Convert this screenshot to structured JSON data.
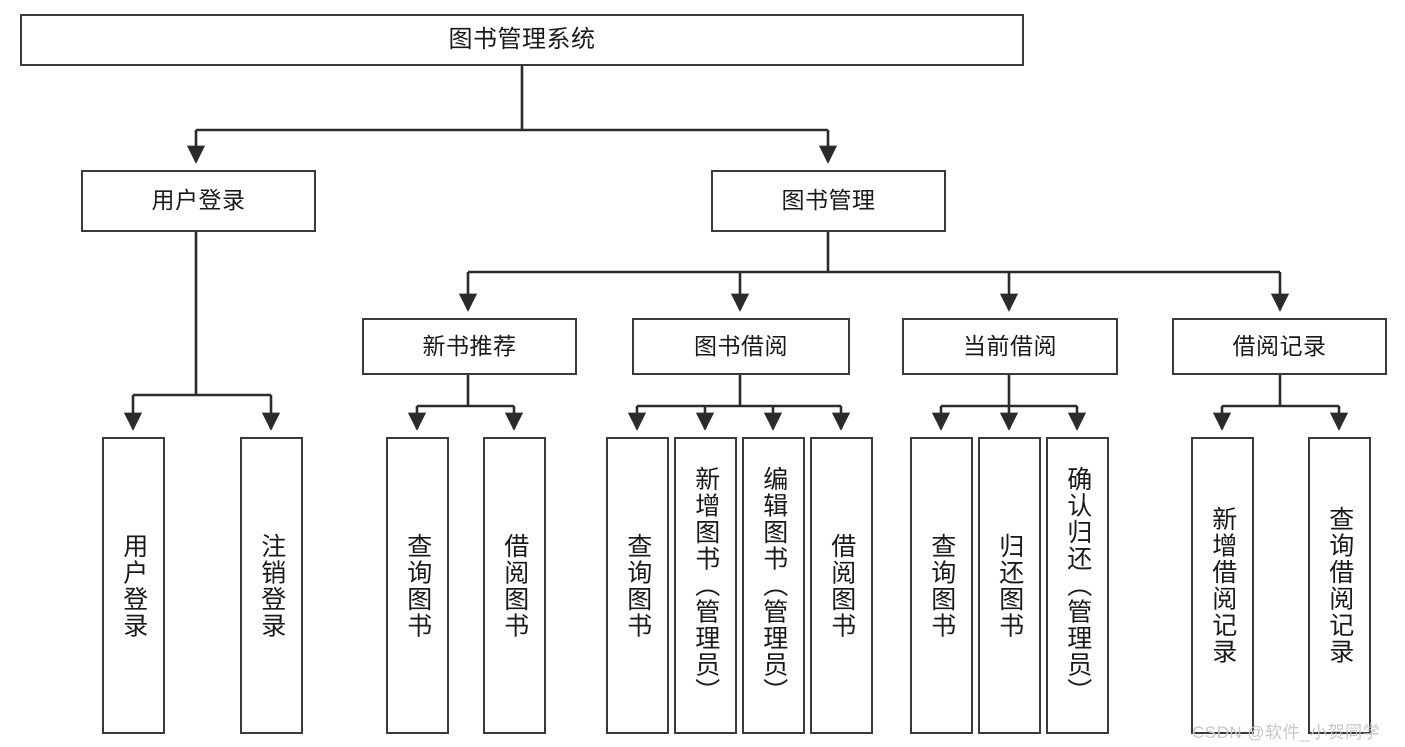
{
  "diagram": {
    "title": "图书管理系统",
    "type": "hierarchy-tree",
    "colors": {
      "box_border": "#3a3a3a",
      "box_fill": "#ffffff",
      "connector": "#2b2b2b",
      "text": "#1a1a1a",
      "watermark": "#c7c7c7",
      "background": "#ffffff"
    }
  },
  "root": {
    "label": "图书管理系统"
  },
  "level2": [
    {
      "label": "用户登录"
    },
    {
      "label": "图书管理"
    }
  ],
  "level3": [
    {
      "label": "新书推荐"
    },
    {
      "label": "图书借阅"
    },
    {
      "label": "当前借阅"
    },
    {
      "label": "借阅记录"
    }
  ],
  "leaves": {
    "user_login": [
      {
        "label": "用户登录"
      },
      {
        "label": "注销登录"
      }
    ],
    "new_book": [
      {
        "label": "查询图书"
      },
      {
        "label": "借阅图书"
      }
    ],
    "book_borrow": [
      {
        "label": "查询图书"
      },
      {
        "label": "新增图书（管理员）"
      },
      {
        "label": "编辑图书（管理员）"
      },
      {
        "label": "借阅图书"
      }
    ],
    "current_borrow": [
      {
        "label": "查询图书"
      },
      {
        "label": "归还图书"
      },
      {
        "label": "确认归还（管理员）"
      }
    ],
    "borrow_record": [
      {
        "label": "新增借阅记录"
      },
      {
        "label": "查询借阅记录"
      }
    ]
  },
  "watermark": {
    "text": "CSDN @软件_小贺同学"
  }
}
